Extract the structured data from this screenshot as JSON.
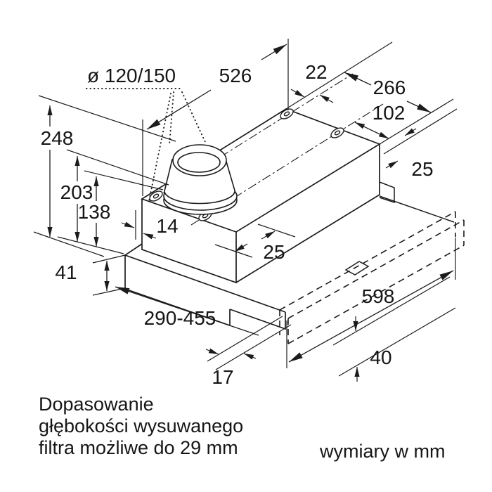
{
  "drawing": {
    "duct_diameter_label": "ø 120/150",
    "dimensions": {
      "body_width": "526",
      "back_edge_offset": "22",
      "body_depth": "266",
      "outlet_offset": "102",
      "front_edge_offset": "25",
      "total_height": "248",
      "height_without_collar": "203",
      "body_height": "138",
      "left_gap": "14",
      "front_recess": "25",
      "panel_height": "41",
      "depth_range": "290-455",
      "panel_width": "598",
      "panel_front_height": "40",
      "rail_offset": "17"
    }
  },
  "notes": {
    "adjustment": [
      "Dopasowanie",
      "głębokości wysuwanego",
      "filtra możliwe do 29 mm"
    ],
    "units": "wymiary w mm"
  },
  "colors": {
    "line": "#1c1c1c",
    "background": "#ffffff"
  }
}
